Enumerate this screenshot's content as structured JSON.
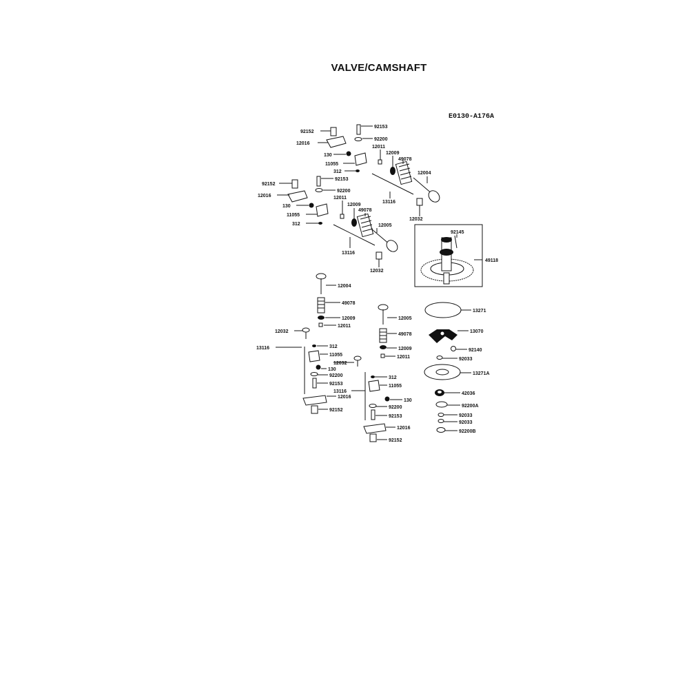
{
  "title": "VALVE/CAMSHAFT",
  "diagram_code": "E0130-A176A",
  "labels": {
    "l1": "92152",
    "l2": "12016",
    "l3": "130",
    "l4": "11055",
    "l5": "312",
    "l6": "92153",
    "l7": "92200",
    "l8": "12011",
    "l9": "12009",
    "l10": "49078",
    "l11": "12004",
    "l12": "13116",
    "l13": "12032",
    "l14": "92152",
    "l15": "12016",
    "l16": "130",
    "l17": "11055",
    "l18": "312",
    "l19": "92153",
    "l20": "92200",
    "l21": "12011",
    "l22": "12009",
    "l23": "49078",
    "l24": "12005",
    "l25": "13116",
    "l26": "12032",
    "l27": "92145",
    "l28": "49118",
    "l29": "12004",
    "l30": "49078",
    "l31": "12009",
    "l32": "12011",
    "l33": "12032",
    "l34": "13116",
    "l35": "312",
    "l36": "11055",
    "l37": "12032",
    "l38": "130",
    "l39": "92200",
    "l40": "92153",
    "l41": "12016",
    "l42": "92152",
    "l43": "12005",
    "l44": "49078",
    "l45": "12009",
    "l46": "12011",
    "l47": "312",
    "l48": "11055",
    "l49": "13116",
    "l50": "130",
    "l51": "92200",
    "l52": "92153",
    "l53": "12016",
    "l54": "92152",
    "l55": "13271",
    "l56": "13070",
    "l57": "92140",
    "l58": "92033",
    "l59": "13271A",
    "l60": "42036",
    "l61": "92200A",
    "l62": "92033",
    "l63": "92033",
    "l64": "92200B"
  }
}
